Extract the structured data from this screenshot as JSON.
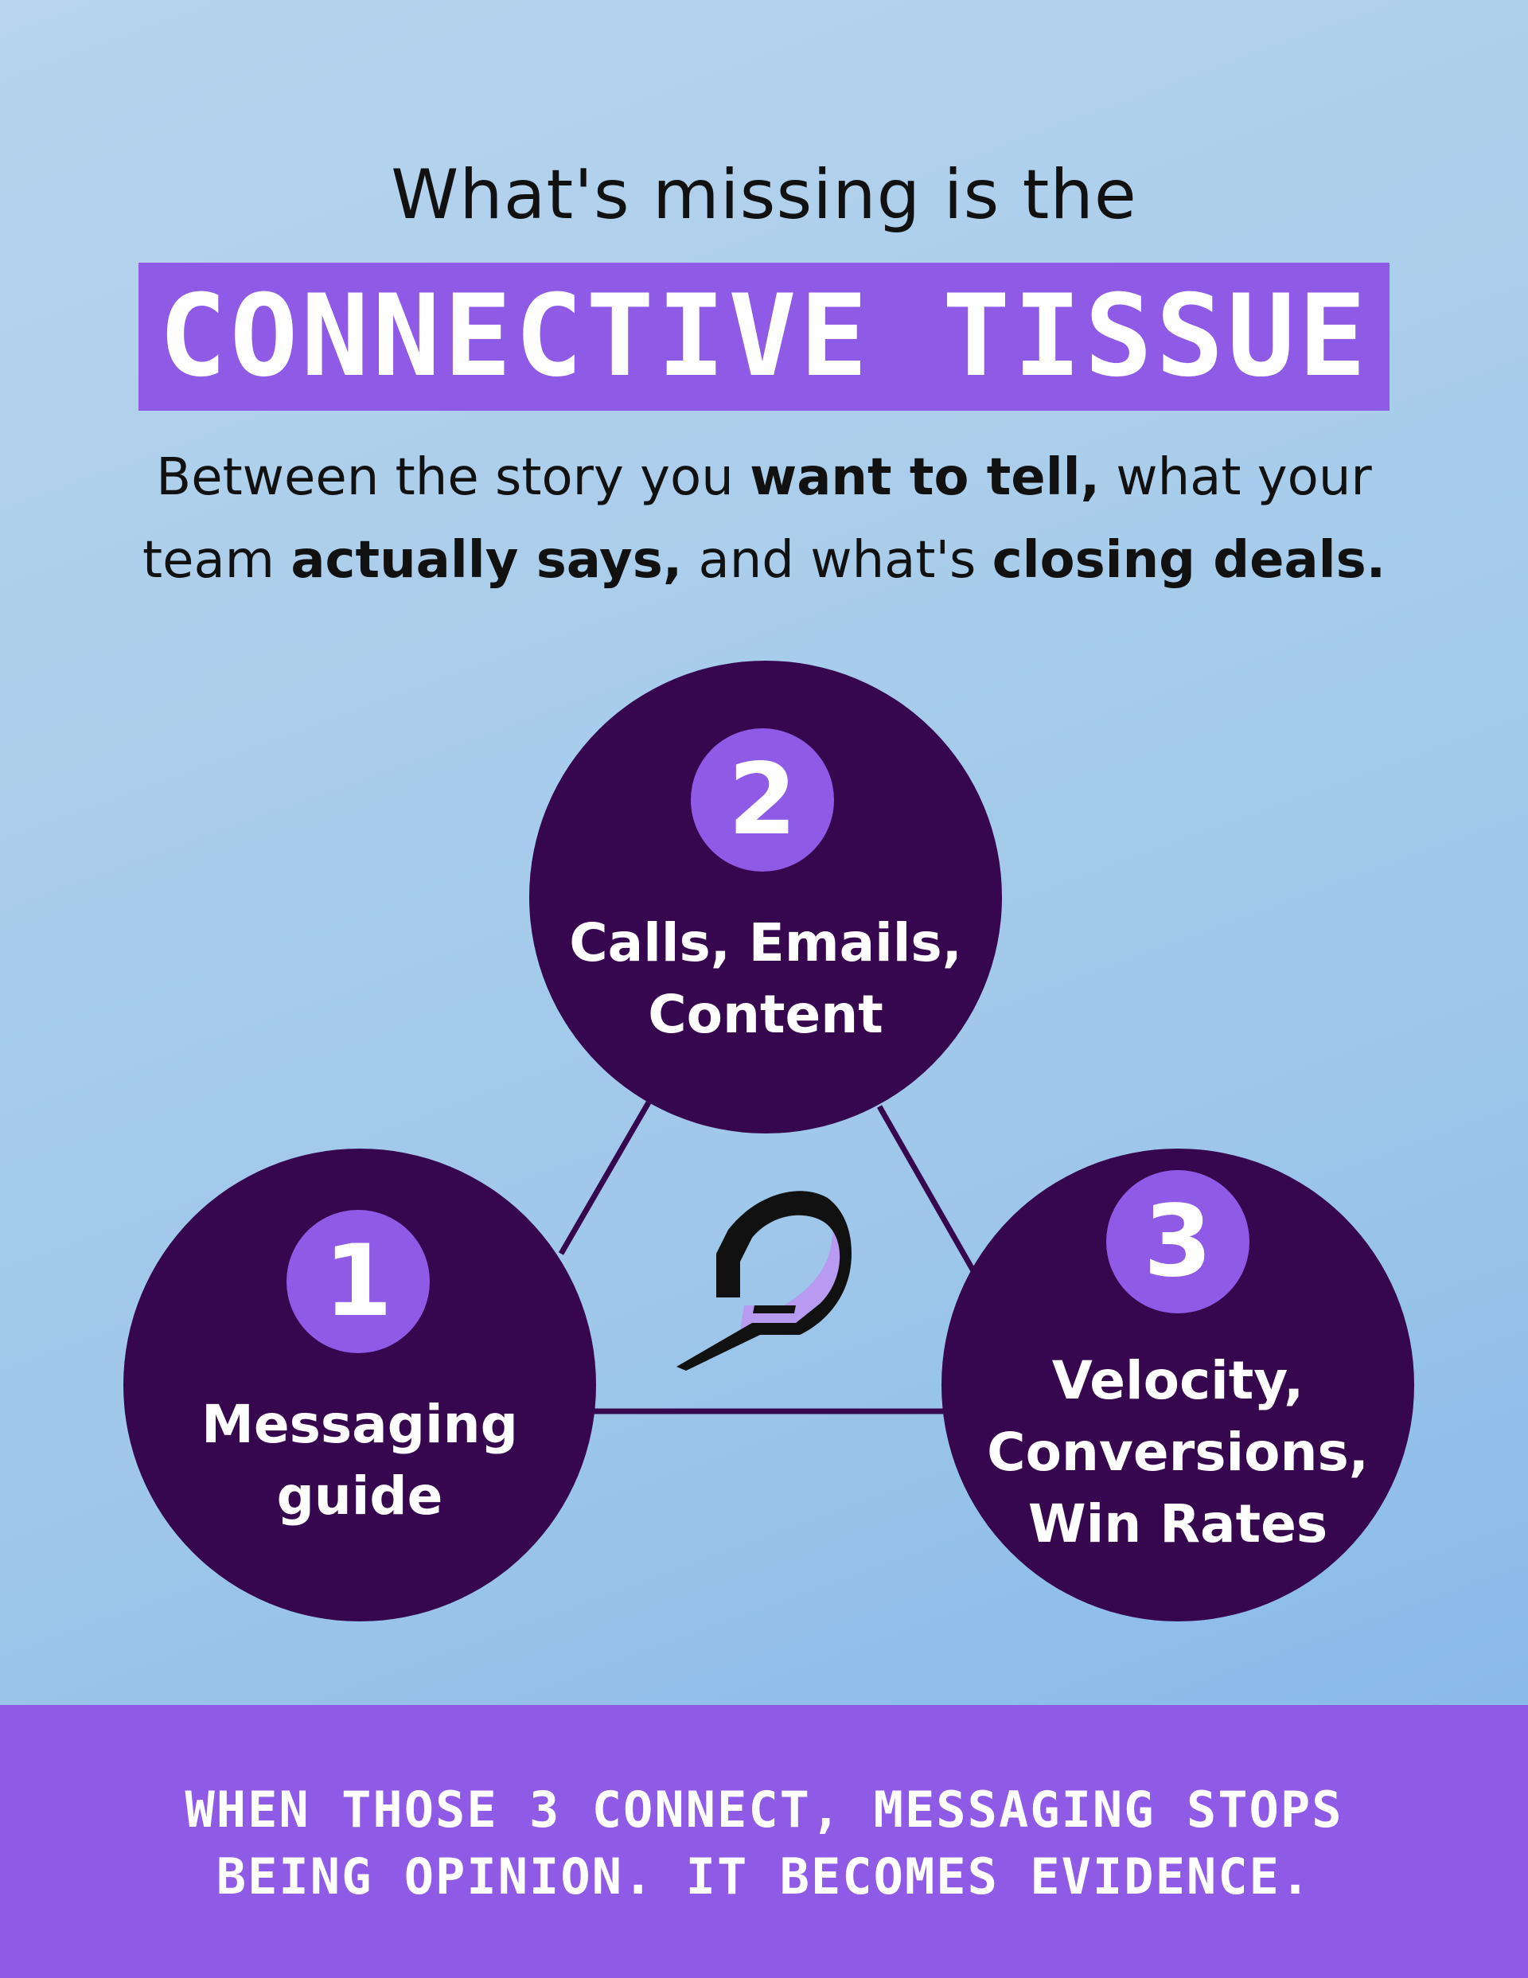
{
  "header": {
    "kicker": "What's missing is the",
    "title": "CONNECTIVE TISSUE",
    "subtitle_line1": {
      "a": "Between the story you ",
      "b": "want to tell,",
      "c": " what your"
    },
    "subtitle_line2": {
      "a": "team ",
      "b": "actually says,",
      "c": " and what's ",
      "d": "closing deals."
    }
  },
  "nodes": [
    {
      "number": "1",
      "line1": "Messaging",
      "line2": "guide"
    },
    {
      "number": "2",
      "line1": "Calls, Emails,",
      "line2": "Content"
    },
    {
      "number": "3",
      "line1": "Velocity,",
      "line2": "Conversions,",
      "line3": "Win Rates"
    }
  ],
  "center_icon": "feather-logo-icon",
  "footer": {
    "line1": "WHEN THOSE 3 CONNECT, MESSAGING STOPS",
    "line2": "BEING OPINION. IT BECOMES EVIDENCE."
  },
  "colors": {
    "accent": "#8f5ae6",
    "node": "#36064f",
    "text_dark": "#111111",
    "text_light": "#ffffff"
  }
}
